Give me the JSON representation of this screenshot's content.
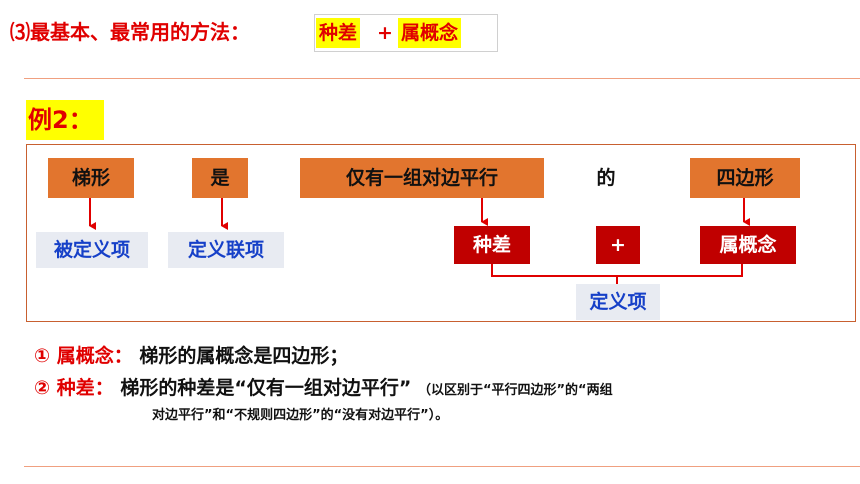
{
  "heading": {
    "prefix": "⑶最基本、最常用的方法：",
    "term1": "种差",
    "plus": "+",
    "term2": "属概念"
  },
  "example": {
    "label": "例2：",
    "words": {
      "w1": "梯形",
      "w2": "是",
      "w3": "仅有一组对边平行",
      "w4": "的",
      "w5": "四边形"
    },
    "labels": {
      "defined_term": "被定义项",
      "connector": "定义联项",
      "difference": "种差",
      "plus": "+",
      "genus": "属概念",
      "definiens": "定义项"
    }
  },
  "notes": {
    "n1_label": "① 属概念：",
    "n1_text": "梯形的属概念是四边形；",
    "n2_label": "② 种差：",
    "n2_text": "梯形的种差是“仅有一组对边平行”",
    "n2_note_a": "（以区别于“平行四边形”的“两组",
    "n2_note_b": "对边平行”和“不规则四边形”的“没有对边平行”）。"
  },
  "colors": {
    "red": "#e00000",
    "orange_box": "#e2752e",
    "dark_red_box": "#c00000",
    "blue_text": "#1640c8",
    "highlight": "#ffff00"
  }
}
